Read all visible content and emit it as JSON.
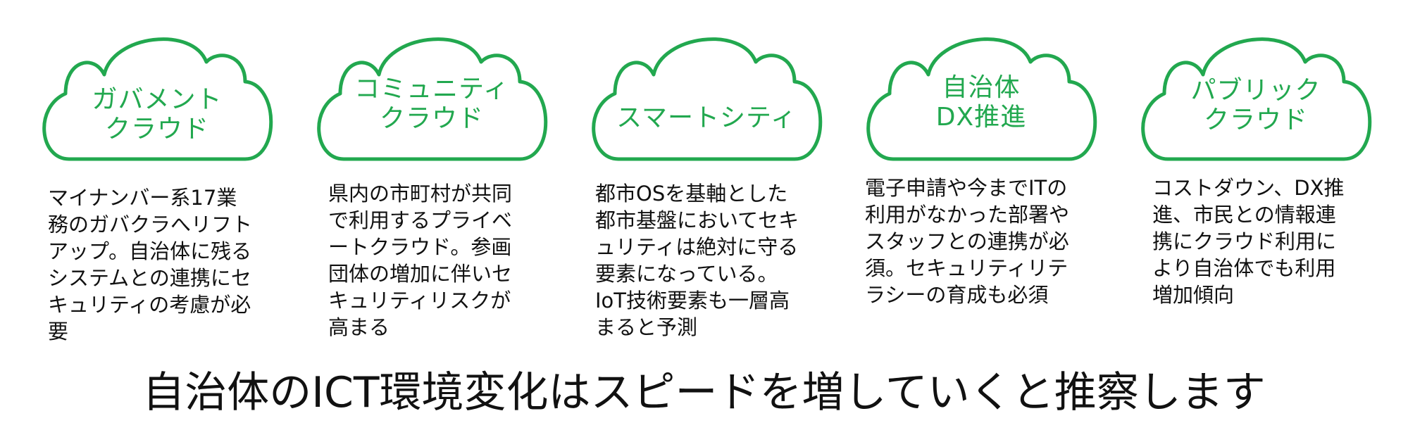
{
  "accent_color": "#22a84f",
  "clouds": [
    {
      "id": "government",
      "lines": [
        "ガバメント",
        "クラウド"
      ],
      "description": "マイナンバー系17業\n務のガバクラへリフト\nアップ。自治体に残る\nシステムとの連携にセ\nキュリティの考慮が必\n要"
    },
    {
      "id": "community",
      "lines": [
        "コミュニティ",
        "クラウド"
      ],
      "description": "県内の市町村が共同\nで利用するプライベ\nートクラウド。参画\n団体の増加に伴いセ\nキュリティリスクが\n高まる"
    },
    {
      "id": "smartcity",
      "lines": [
        "スマートシティ"
      ],
      "description": "都市OSを基軸とした\n都市基盤においてセキ\nュリティは絶対に守る\n要素になっている。\nIoT技術要素も一層高\nまると予測"
    },
    {
      "id": "dx",
      "lines": [
        "自治体",
        "DX推進"
      ],
      "description": "電子申請や今までITの\n利用がなかった部署や\nスタッフとの連携が必\n須。セキュリティリテ\nラシーの育成も必須"
    },
    {
      "id": "public",
      "lines": [
        "パブリック",
        "クラウド"
      ],
      "description": "コストダウン、DX推\n進、市民との情報連\n携にクラウド利用に\nより自治体でも利用\n増加傾向"
    }
  ],
  "conclusion": "自治体のICT環境変化はスピードを増していくと推察します"
}
